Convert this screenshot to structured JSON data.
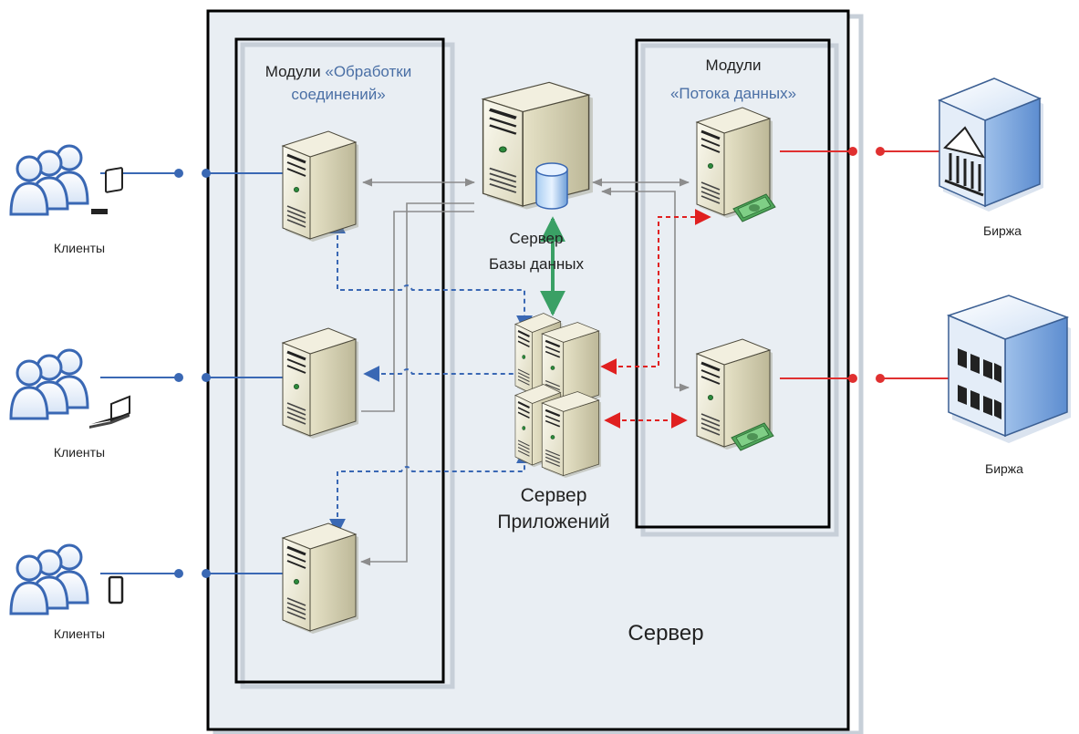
{
  "server": {
    "label": "Сервер"
  },
  "connection_modules": {
    "title_prefix": "Модули",
    "title_quoted_1": "«Обработки",
    "title_quoted_2": "соединений»"
  },
  "data_flow_modules": {
    "title_line_1": "Модули",
    "title_line_2": "«Потока данных»"
  },
  "db_server": {
    "label_line_1": "Сервер",
    "label_line_2": "Базы данных"
  },
  "app_server": {
    "label_line_1": "Сервер",
    "label_line_2": "Приложений"
  },
  "clients": [
    {
      "label": "Клиенты",
      "device": "desktop-computer-icon"
    },
    {
      "label": "Клиенты",
      "device": "laptop-icon"
    },
    {
      "label": "Клиенты",
      "device": "smartphone-icon"
    }
  ],
  "exchanges": [
    {
      "label": "Биржа",
      "icon": "bank-building-icon"
    },
    {
      "label": "Биржа",
      "icon": "office-building-icon"
    }
  ],
  "colors": {
    "server_fill": "#e9eef3",
    "border": "#000000",
    "quote_blue": "#4a6fa5",
    "client_link": "#3a68b4",
    "exchange_link": "#e03030",
    "db_link": "#3aa065",
    "internal_link": "#8c8c8c",
    "server_case": "#f3f0dc"
  }
}
